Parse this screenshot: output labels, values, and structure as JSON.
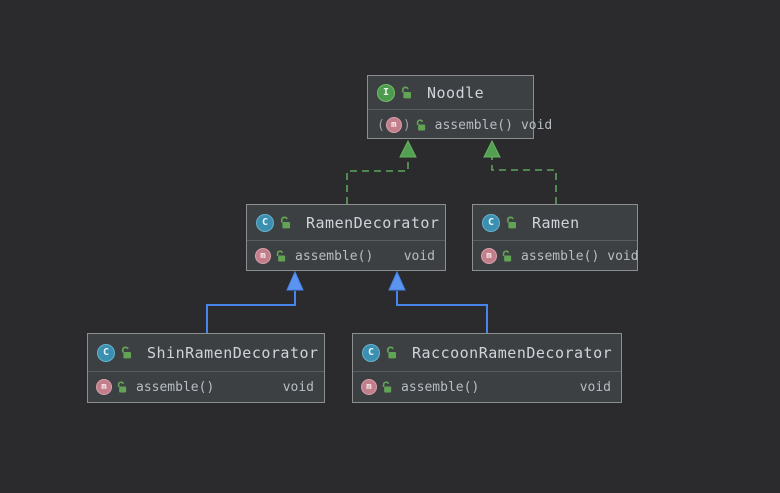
{
  "diagram": {
    "kind": "uml-class-diagram",
    "icons": {
      "interface_letter": "I",
      "class_letter": "C",
      "method_letter": "m",
      "visibility": "public-unlocked"
    },
    "colors": {
      "background": "#2b2b2d",
      "node_fill": "#3d4043",
      "node_border": "#8c8e90",
      "realization_edge": "#5da55c",
      "generalization_edge": "#4685ec",
      "interface_icon": "#4c9b4e",
      "class_icon": "#3b8fb0",
      "method_icon": "#c27e8b"
    },
    "nodes": [
      {
        "name": "Noodle",
        "kind": "interface",
        "kind_letter": "I",
        "members": [
          {
            "icon": "abstract-method-icon",
            "icon_letter": "m",
            "wrap_open": "(",
            "wrap_close": ")",
            "label": "assemble()",
            "type": "void"
          }
        ]
      },
      {
        "name": "RamenDecorator",
        "kind": "class",
        "kind_letter": "C",
        "members": [
          {
            "icon": "method-icon",
            "icon_letter": "m",
            "label": "assemble()",
            "type": "void"
          }
        ]
      },
      {
        "name": "Ramen",
        "kind": "class",
        "kind_letter": "C",
        "members": [
          {
            "icon": "method-icon",
            "icon_letter": "m",
            "label": "assemble()",
            "type": "void"
          }
        ]
      },
      {
        "name": "ShinRamenDecorator",
        "kind": "class",
        "kind_letter": "C",
        "members": [
          {
            "icon": "method-icon",
            "icon_letter": "m",
            "label": "assemble()",
            "type": "void"
          }
        ]
      },
      {
        "name": "RaccoonRamenDecorator",
        "kind": "class",
        "kind_letter": "C",
        "members": [
          {
            "icon": "method-icon",
            "icon_letter": "m",
            "label": "assemble()",
            "type": "void"
          }
        ]
      }
    ],
    "edges": [
      {
        "from": "RamenDecorator",
        "to": "Noodle",
        "type": "realization"
      },
      {
        "from": "Ramen",
        "to": "Noodle",
        "type": "realization"
      },
      {
        "from": "ShinRamenDecorator",
        "to": "RamenDecorator",
        "type": "generalization"
      },
      {
        "from": "RaccoonRamenDecorator",
        "to": "RamenDecorator",
        "type": "generalization"
      }
    ]
  }
}
